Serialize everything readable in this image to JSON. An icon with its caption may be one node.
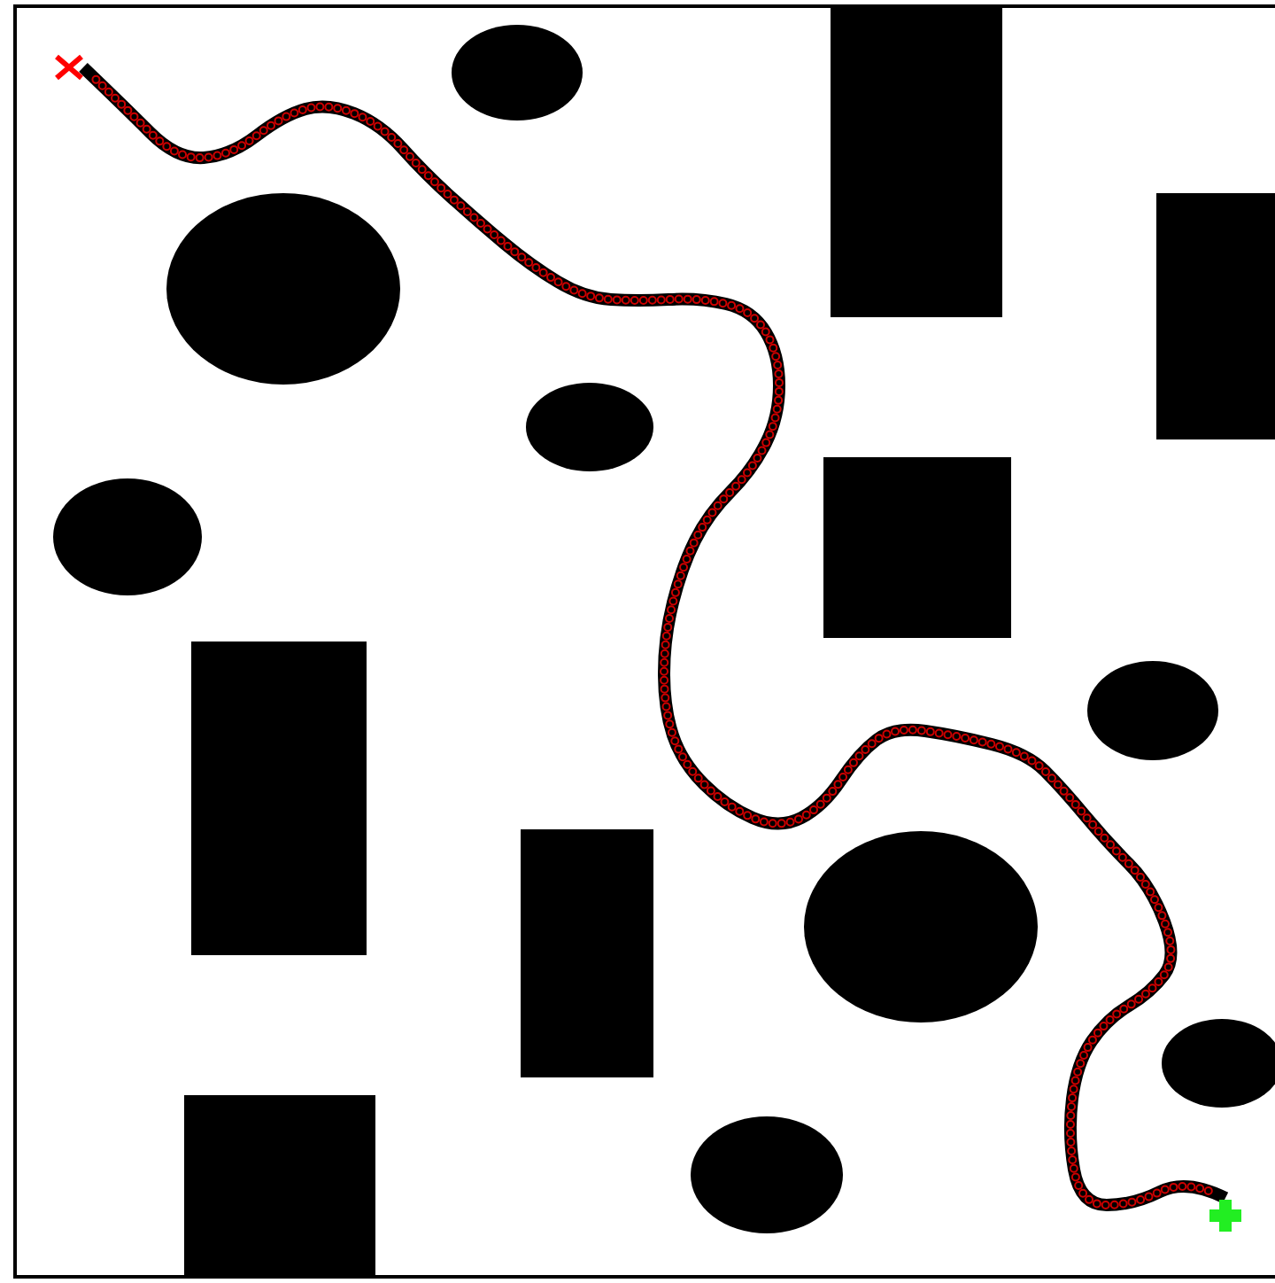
{
  "diagram": {
    "nodes": [
      {
        "text": [],
        "shape": "cross"
      },
      {
        "text": [],
        "shape": "plus"
      }
    ],
    "edges": [
      {
        "from": 0,
        "to": 1,
        "arrow": "none"
      }
    ]
  }
}
